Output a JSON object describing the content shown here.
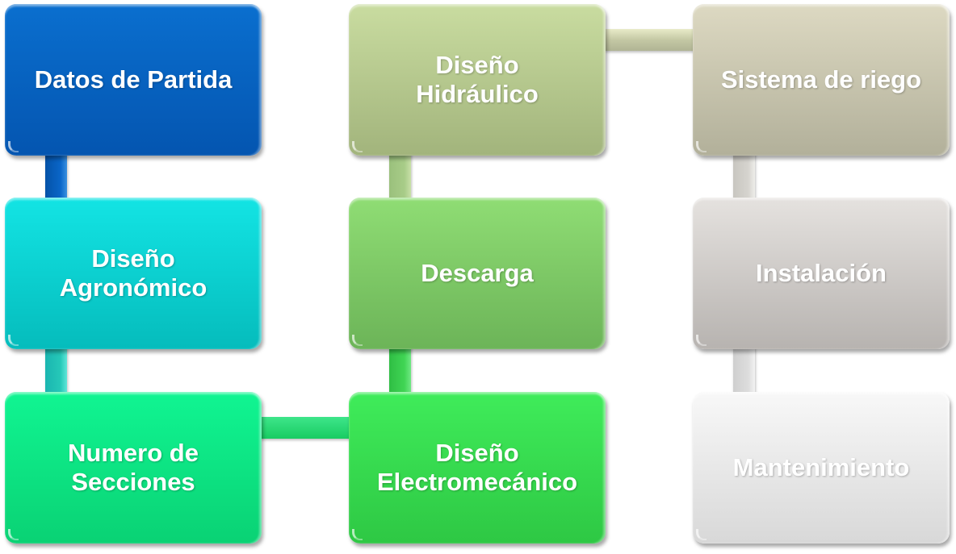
{
  "diagram": {
    "title": "Flujo de diseño de sistema de riego",
    "nodes": [
      {
        "id": "datos",
        "label": "Datos de Partida",
        "color": "#0562c2"
      },
      {
        "id": "agro",
        "label": "Diseño Agronómico",
        "color": "#0ad0d0"
      },
      {
        "id": "num",
        "label": "Numero de Secciones",
        "color": "#0be682"
      },
      {
        "id": "electro",
        "label": "Diseño Electromecánico",
        "color": "#38de50"
      },
      {
        "id": "desc",
        "label": "Descarga",
        "color": "#7cc866"
      },
      {
        "id": "hidra",
        "label": "Diseño Hidráulico",
        "color": "#b5c88e"
      },
      {
        "id": "sist",
        "label": "Sistema de riego",
        "color": "#c8c5ae"
      },
      {
        "id": "inst",
        "label": "Instalación",
        "color": "#cfcbc8"
      },
      {
        "id": "mant",
        "label": "Mantenimiento",
        "color": "#e8e8e8"
      }
    ],
    "edges": [
      {
        "from": "datos",
        "to": "agro"
      },
      {
        "from": "agro",
        "to": "num"
      },
      {
        "from": "num",
        "to": "electro"
      },
      {
        "from": "electro",
        "to": "desc"
      },
      {
        "from": "desc",
        "to": "hidra"
      },
      {
        "from": "hidra",
        "to": "sist"
      },
      {
        "from": "sist",
        "to": "inst"
      },
      {
        "from": "inst",
        "to": "mant"
      }
    ]
  }
}
